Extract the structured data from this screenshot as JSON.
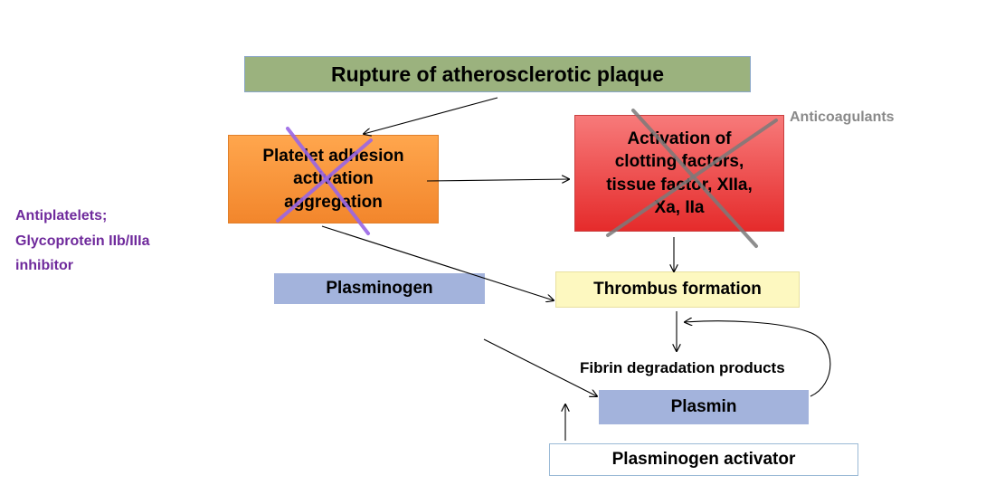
{
  "nodes": {
    "plaque": "Rupture of atherosclerotic plaque",
    "platelet": [
      "Platelet adhesion",
      "activation",
      "aggregation"
    ],
    "clotting": [
      "Activation of",
      "clotting factors,",
      "tissue factor, XIIa,",
      "Xa, IIa"
    ],
    "plasminogen": "Plasminogen",
    "thrombus": "Thrombus formation",
    "fibrin": "Fibrin degradation products",
    "plasmin": "Plasmin",
    "activator": "Plasminogen activator"
  },
  "drugs": {
    "anticoagulants": "Anticoagulants",
    "antiplatelets": [
      "Antiplatelets;",
      "Glycoprotein IIb/IIIa",
      "inhibitor"
    ]
  },
  "colors": {
    "plaque_fill": "#9bb27e",
    "platelet_fill": "#f2862c",
    "clotting_fill": "#e52b2b",
    "plasminogen_fill": "#a3b3dc",
    "thrombus_fill": "#fdf8c0",
    "plasmin_fill": "#a3b3dc",
    "antiplatelet_cross": "#9966e6",
    "anticoagulant_cross": "#7a7a7a",
    "antiplatelet_text": "#6f2a9c",
    "anticoagulant_text": "#8a8a8a"
  }
}
